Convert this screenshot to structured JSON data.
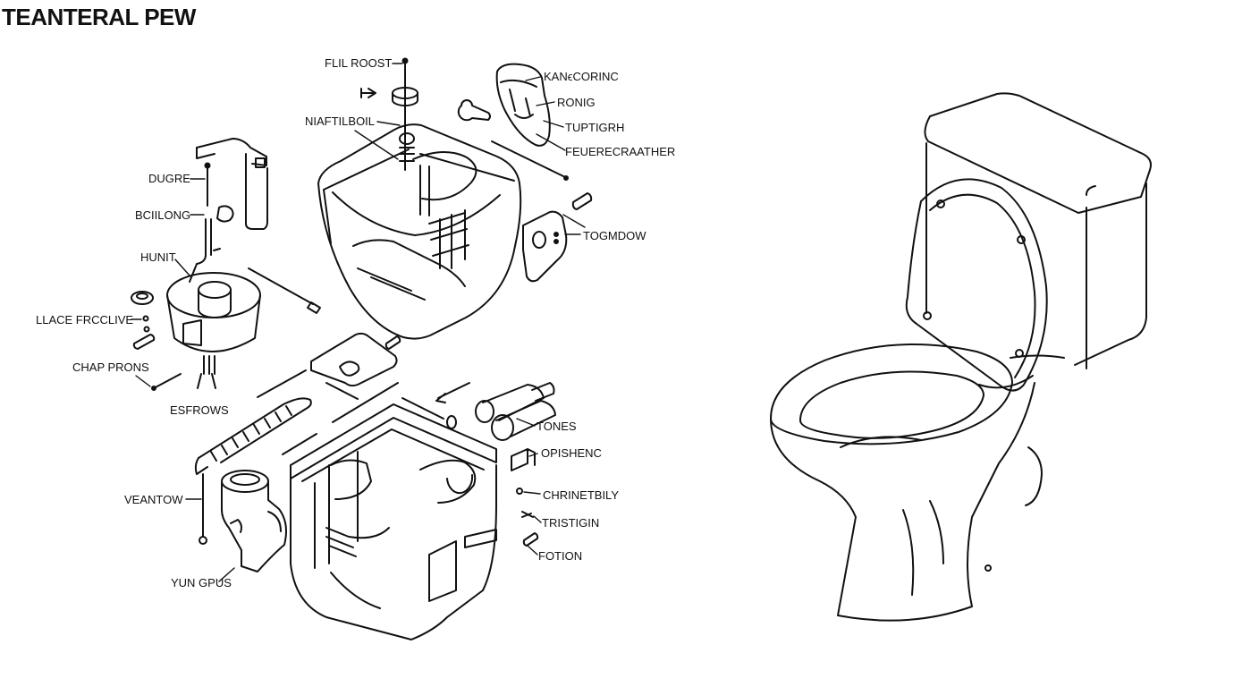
{
  "title": "TEANTERAL PEW",
  "labels": {
    "flil_roost": "FLIL ROOST",
    "niaftilboil": "NIAFTILBOIL",
    "kanecorinc": "KANϵCORINC",
    "ronig": "RONIG",
    "tuptigrh": "TUPTIGRH",
    "feuerecraather": "FEUERECRAATHER",
    "dugre": "DUGRE",
    "bcillong": "BCIILONG",
    "hunit": "HUNIT",
    "lace_frcclive": "LLACE FRCCLIVE",
    "chap_prons": "CHAP PRONS",
    "esfrows": "ESFROWS",
    "togmdow": "TOGMDOW",
    "tones": "TONES",
    "opishenc": "OPISHENC",
    "chrinetbily": "CHRINETBILY",
    "tristigin": "TRISTIGIN",
    "fotion": "FOTION",
    "veantow": "VEANTOW",
    "yun_gpus": "YUN GPUS"
  }
}
